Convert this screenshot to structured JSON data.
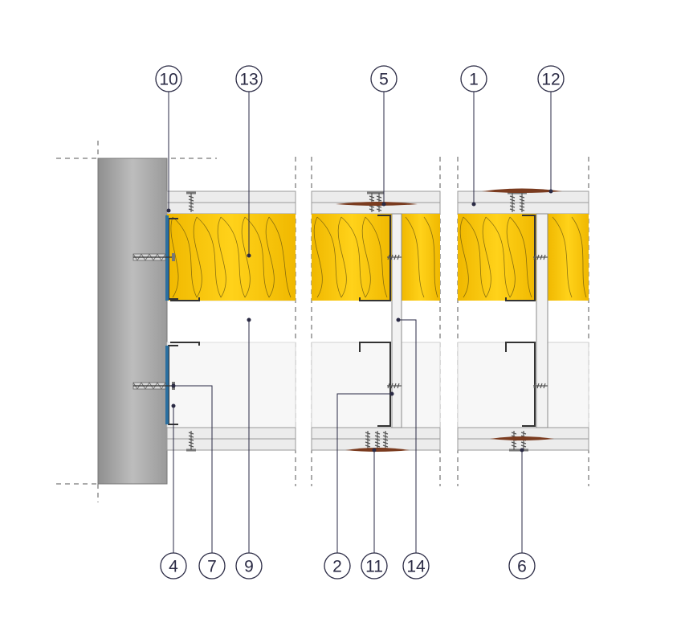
{
  "callouts": {
    "c10": "10",
    "c13": "13",
    "c5": "5",
    "c1": "1",
    "c12": "12",
    "c4": "4",
    "c7": "7",
    "c9": "9",
    "c2": "2",
    "c11": "11",
    "c14": "14",
    "c6": "6"
  },
  "colors": {
    "wool": "#f5c800",
    "concrete": "#a9a9a9",
    "board": "#ececec",
    "seal": "#2a6fa0",
    "tape": "#7a3b1f",
    "callout": "#2a2a44"
  }
}
